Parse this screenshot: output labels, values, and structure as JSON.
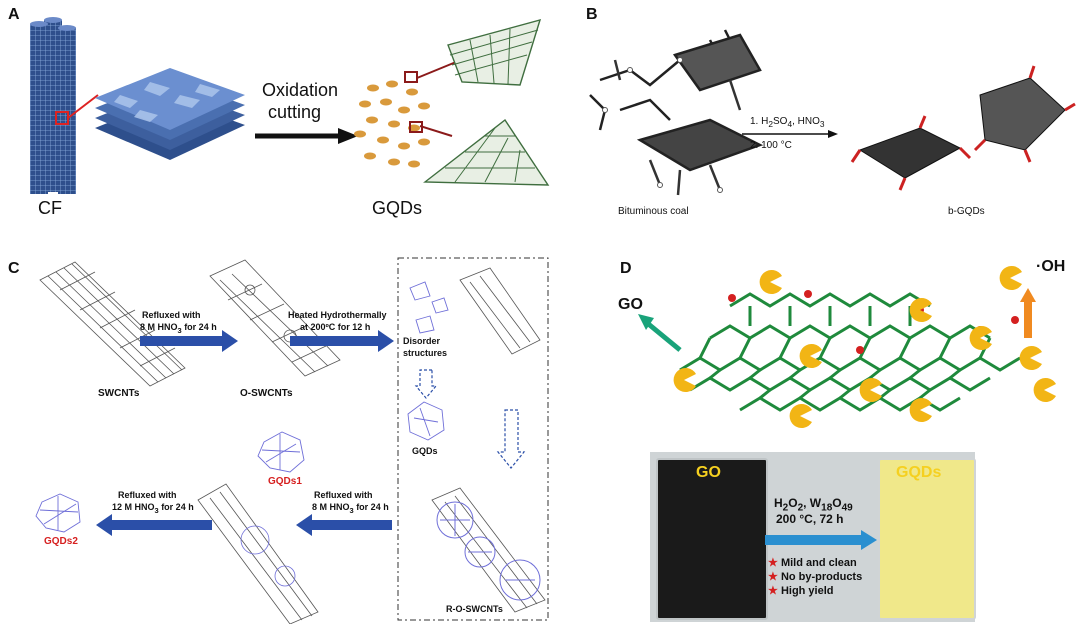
{
  "panels": {
    "a": {
      "label": "A",
      "cf_label": "CF",
      "arrow_line1": "Oxidation",
      "arrow_line2": "cutting",
      "product_label": "GQDs",
      "colors": {
        "fiber": "#2e4f8c",
        "sheet": "#4a6fb0",
        "dots": "#d99a3c",
        "lattice": "#3f6e3f"
      }
    },
    "b": {
      "label": "B",
      "step1_prefix": "1. H",
      "step1_sub1": "2",
      "step1_mid": "SO",
      "step1_sub2": "4",
      "step1_suffix": ", HNO",
      "step1_sub3": "3",
      "step2": "2. 100 °C",
      "reactant": "Bituminous coal",
      "product": "b-GQDs",
      "colors": {
        "carbon": "#222222",
        "oxygen": "#cc2222"
      }
    },
    "c": {
      "label": "C",
      "swcnt": "SWCNTs",
      "oswcnt": "O-SWCNTs",
      "roswcnt": "R-O-SWCNTs",
      "arrow1_line1": "Refluxed with",
      "arrow1_line2_pre": "8 M HNO",
      "arrow1_line2_sub": "3",
      "arrow1_line2_post": " for 24 h",
      "arrow2_line1": "Heated Hydrothermally",
      "arrow2_line2": "at 200ºC for 12 h",
      "disorder_line1": "Disorder",
      "disorder_line2": "structures",
      "gqds": "GQDs",
      "gqds1": "GQDs1",
      "gqds2": "GQDs2",
      "arrow3_line1": "Refluxed with",
      "arrow3_line2_pre": "8 M HNO",
      "arrow3_line2_sub": "3",
      "arrow3_line2_post": " for 24 h",
      "arrow4_line1": "Refluxed with",
      "arrow4_line2_pre": "12 M HNO",
      "arrow4_line2_sub": "3",
      "arrow4_line2_post": " for 24 h",
      "colors": {
        "arrow": "#2b4fa8",
        "tube": "#555555",
        "dots": "#6f6fd8",
        "red_label": "#d61f1f"
      }
    },
    "d": {
      "label": "D",
      "go_arrow": "GO",
      "oh": "·OH",
      "beaker_left": "GO",
      "beaker_right": "GQDs",
      "cond_line1_pre": "H",
      "cond_line1_sub1": "2",
      "cond_line1_mid": "O",
      "cond_line1_sub2": "2",
      "cond_line1_mid2": ", W",
      "cond_line1_sub3": "18",
      "cond_line1_mid3": "O",
      "cond_line1_sub4": "49",
      "cond_line2": "200 °C, 72 h",
      "bullets": [
        "Mild and clean",
        "No by-products",
        "High yield"
      ],
      "colors": {
        "bond": "#1f8a3c",
        "pacman": "#f2b515",
        "oxygen": "#d42020",
        "arrow": "#2a8fd0",
        "go_arrow": "#19a37a",
        "oh_arrow": "#f08a20",
        "beaker_label": "#f5d020",
        "star": "#d42020"
      }
    }
  }
}
